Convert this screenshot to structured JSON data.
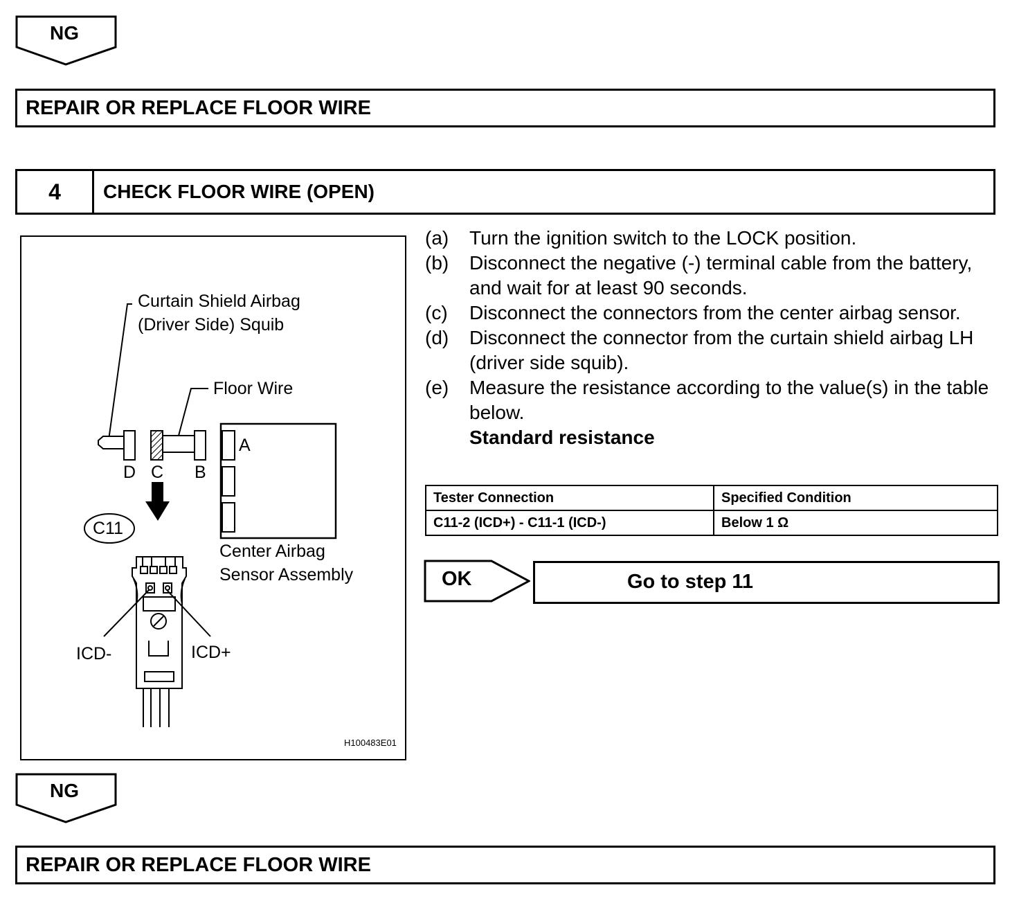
{
  "top_ng": {
    "label": "NG"
  },
  "top_result": {
    "text": "REPAIR OR REPLACE FLOOR WIRE"
  },
  "step": {
    "number": "4",
    "title": "CHECK FLOOR WIRE (OPEN)"
  },
  "figure": {
    "labels": {
      "curtain_line1": "Curtain Shield Airbag",
      "curtain_line2": "(Driver Side) Squib",
      "floor_wire": "Floor Wire",
      "a": "A",
      "b": "B",
      "c": "C",
      "d": "D",
      "connector": "C11",
      "center_line1": "Center Airbag",
      "center_line2": "Sensor Assembly",
      "icd_minus": "ICD-",
      "icd_plus": "ICD+",
      "code": "H100483E01"
    }
  },
  "instructions": [
    {
      "key": "(a)",
      "text": "Turn the ignition switch to the LOCK position."
    },
    {
      "key": "(b)",
      "text": "Disconnect the negative (-) terminal cable from the battery, and wait for at least 90 seconds."
    },
    {
      "key": "(c)",
      "text": "Disconnect the connectors from the center airbag sensor."
    },
    {
      "key": "(d)",
      "text": "Disconnect the connector from the curtain shield airbag LH (driver side squib)."
    },
    {
      "key": "(e)",
      "text": "Measure the resistance according to the value(s) in the table below."
    }
  ],
  "standard_label": "Standard resistance",
  "table": {
    "headers": [
      "Tester Connection",
      "Specified Condition"
    ],
    "rows": [
      [
        "C11-2 (ICD+) - C11-1 (ICD-)",
        "Below 1 Ω"
      ]
    ]
  },
  "ok": {
    "label": "OK",
    "goto": "Go to step 11"
  },
  "bottom_ng": {
    "label": "NG"
  },
  "bottom_result": {
    "text": "REPAIR OR REPLACE FLOOR WIRE"
  }
}
